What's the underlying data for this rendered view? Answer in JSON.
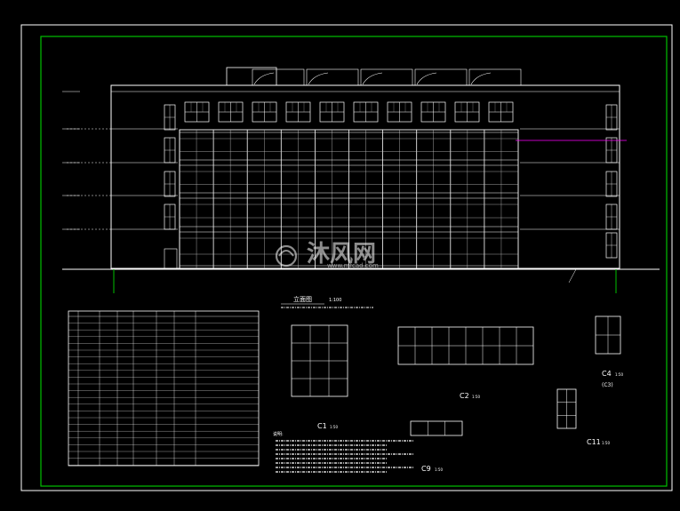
{
  "colors": {
    "background": "#000000",
    "outer_frame": "#ffffff",
    "inner_frame": "#00c000",
    "building_lines": "#ffffff",
    "grid_lines": "#c8c8c8",
    "window_glass": "#ffffff",
    "leader_magenta": "#ff00ff",
    "watermark": "#ffffff"
  },
  "elevation": {
    "title": "立面图",
    "scale": "1:100"
  },
  "notes": {
    "heading": "说明:"
  },
  "window_details": [
    {
      "id": "C1",
      "label": "C1",
      "scale": "1:50"
    },
    {
      "id": "C2",
      "label": "C2",
      "scale": "1:50"
    },
    {
      "id": "C4",
      "label": "C4",
      "scale": "1:50",
      "sublabel": "(C3)"
    },
    {
      "id": "C11",
      "label": "C11",
      "scale": "1:50"
    },
    {
      "id": "C9",
      "label": "C9",
      "scale": "1:50"
    }
  ],
  "watermark": {
    "text": "沐风网",
    "url": "www.mfcad.com",
    "icon": "mufeng-logo-icon"
  }
}
